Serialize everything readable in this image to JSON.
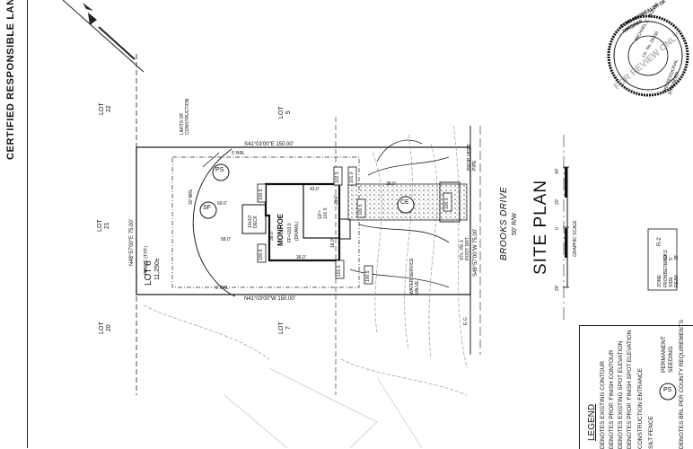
{
  "title_strip": {
    "text": "CERTIFIED RESPONSIBLE LAND DIS"
  },
  "lots": {
    "lot22": "LOT\n22",
    "lot21": "LOT\n21",
    "lot20": "LOT\n20",
    "lot5": "LOT\n5",
    "lot7": "LOT\n7",
    "lot6_name": "LOT 6",
    "lot6_area": "11,250±"
  },
  "bearings": {
    "top": "S41°03'00\"E 150.00'",
    "bottom": "N41°03'00\"W 150.00'",
    "left": "N48°57'00\"E 75.00'",
    "right": "S48°57'00\"W 75.00'"
  },
  "house": {
    "name": "MONROE",
    "ff": "FF=103.0",
    "brl": "(DRAWL)",
    "dim_width": "38.0'",
    "dim_depth": "43.0'",
    "garage_ff": "GF=\n101.5",
    "dim_20": "20.0'",
    "dim_18": "18.0'",
    "deck": "10x10'\nDECK"
  },
  "setbacks": {
    "front": "30' BRL",
    "side1": "5' BRL",
    "side2": "5' BRL",
    "dim_69": "69.0'",
    "dim_58": "58.0'",
    "dim_36": "36.0'",
    "dim_38": "38.0'"
  },
  "annotations": {
    "limits": "LIMITS OF\nCONSTRUCTION",
    "ps": "PS",
    "sf": "SF",
    "ce": "CE",
    "prop_hdpe": "PROP. HDPE\nPIPE",
    "stl": "STL. PE-1\nROOT DRT.",
    "water_valve": "WATER SERVICE\nVALVE",
    "fence": "FENCE (TYP.)",
    "eg": "E.G."
  },
  "road": {
    "name": "BROOKS DRIVE",
    "row": "50' R/W"
  },
  "site_plan": {
    "title": "SITE PLAN",
    "scale_0": "0",
    "scale_20a": "20'",
    "scale_20b": "20'",
    "scale_40": "40'",
    "scale_label": "GRAPHIC SCALE"
  },
  "zone": {
    "label": "ZONE:",
    "value": "R-2",
    "front": "FRONT",
    "side": "SIDE",
    "rear": "REAR",
    "front_v": "30'",
    "side_v": "5'",
    "rear_v": "35'",
    "setbacks": "SETBACKS"
  },
  "legend": {
    "title": "LEGEND",
    "items": [
      "DENOTES EXISTING CONTOUR",
      "DENOTES PROP. FINISH CONTOUR",
      "DENOTES EXISTING SPOT ELEVATION",
      "DENOTES PROP. FINISH SPOT ELEVATION",
      "CONSTRUCTION ENTRANCE",
      "SILT FENCE",
      "DENOTES BRL PER COUNTY REQUIREMENTS"
    ],
    "ps_label": "PS",
    "ps_text": "PERMANENT\nSEEDING"
  },
  "seal": {
    "outer": "COMMONWEALTH OF VIRGINIA",
    "name": "MICHAEL E. MOORE",
    "lic": "Lic. No. 26330",
    "engineer": "PROFESSIONAL ENGINEER",
    "watermark": "FOR REVIEW ONLY"
  },
  "spots": {
    "s1": "100.5",
    "s2": "100.5",
    "s3": "102.5",
    "s4": "101.0",
    "s5": "100.5",
    "s6": "100.0",
    "s7": "100.5",
    "s8": "101.5"
  },
  "colors": {
    "line": "#222222",
    "hatch": "#888888",
    "faint": "#aaaaaa"
  }
}
